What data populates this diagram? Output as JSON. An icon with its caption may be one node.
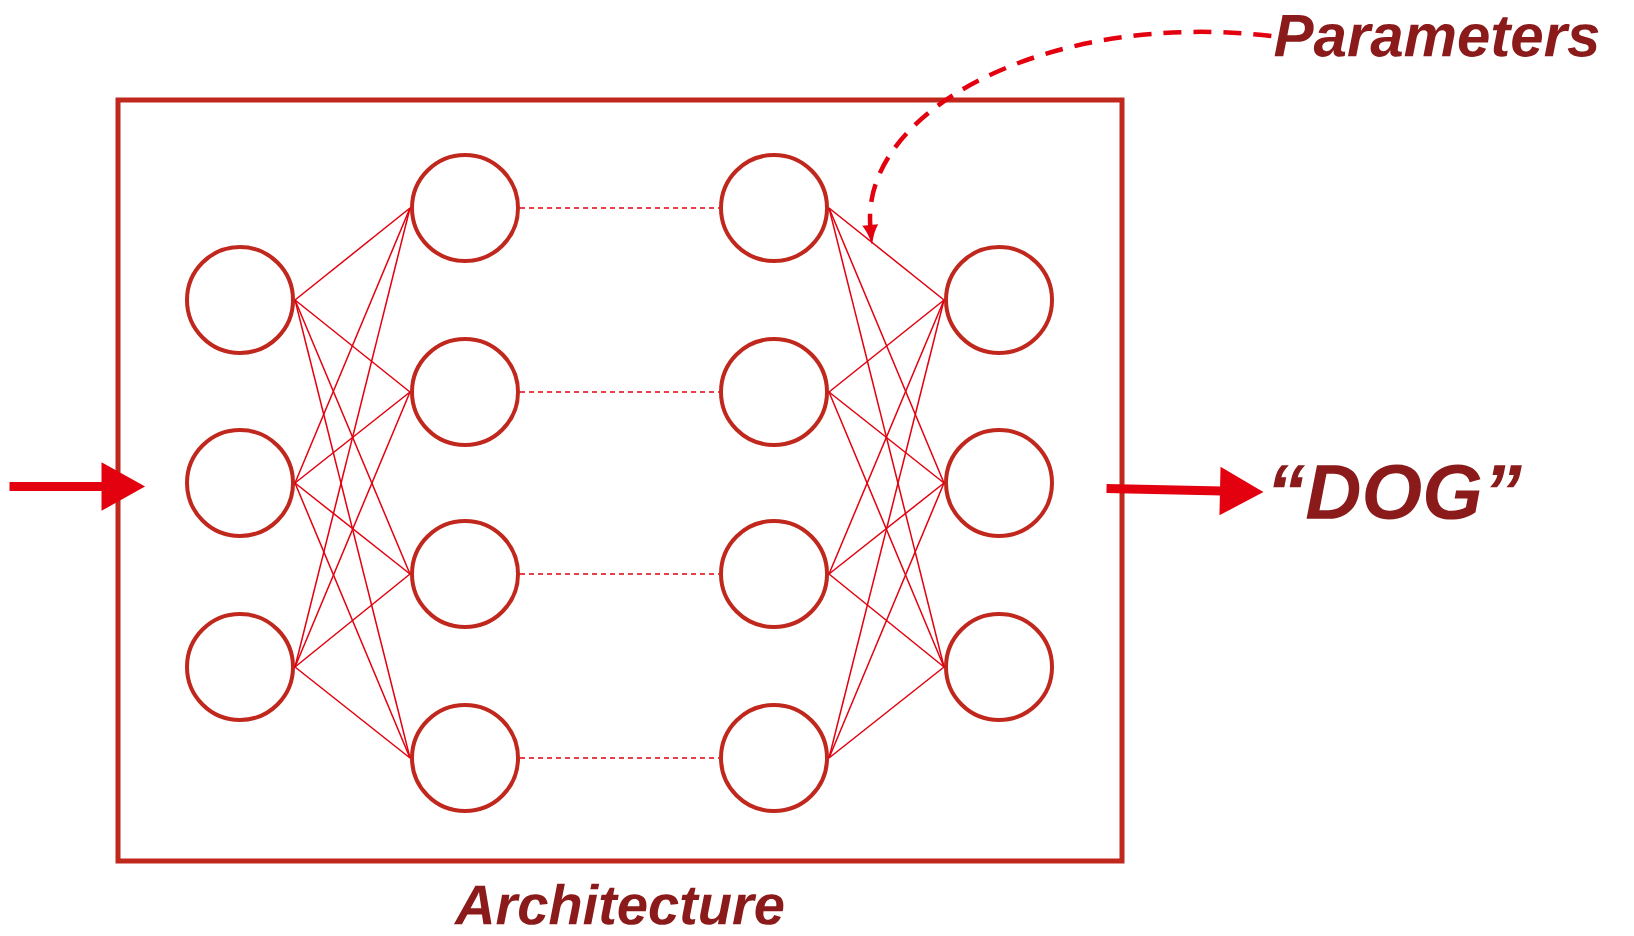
{
  "diagram": {
    "nodes": [
      {
        "text": [],
        "shape": "box",
        "beside": [
          "Architecture"
        ]
      },
      {
        "text": [],
        "shape": "circle",
        "in": 0
      },
      {
        "text": [],
        "shape": "circle",
        "in": 0
      },
      {
        "text": [],
        "shape": "circle",
        "in": 0
      },
      {
        "text": [],
        "shape": "circle",
        "in": 0
      },
      {
        "text": [],
        "shape": "circle",
        "in": 0
      },
      {
        "text": [],
        "shape": "circle",
        "in": 0
      },
      {
        "text": [],
        "shape": "circle",
        "in": 0
      },
      {
        "text": [],
        "shape": "circle",
        "in": 0
      },
      {
        "text": [],
        "shape": "circle",
        "in": 0
      },
      {
        "text": [],
        "shape": "circle",
        "in": 0
      },
      {
        "text": [],
        "shape": "circle",
        "in": 0
      },
      {
        "text": [],
        "shape": "circle",
        "in": 0
      },
      {
        "text": [],
        "shape": "circle",
        "in": 0
      },
      {
        "text": [],
        "shape": "circle",
        "in": 0
      },
      {
        "text": [
          "“DOG”"
        ]
      },
      {
        "text": [
          "Parameters"
        ]
      }
    ],
    "edges": [
      {
        "from": 1,
        "to": 4,
        "arrow": "none"
      },
      {
        "from": 1,
        "to": 5,
        "arrow": "none"
      },
      {
        "from": 1,
        "to": 6,
        "arrow": "none"
      },
      {
        "from": 1,
        "to": 7,
        "arrow": "none"
      },
      {
        "from": 2,
        "to": 4,
        "arrow": "none"
      },
      {
        "from": 2,
        "to": 5,
        "arrow": "none"
      },
      {
        "from": 2,
        "to": 6,
        "arrow": "none"
      },
      {
        "from": 2,
        "to": 7,
        "arrow": "none"
      },
      {
        "from": 3,
        "to": 4,
        "arrow": "none"
      },
      {
        "from": 3,
        "to": 5,
        "arrow": "none"
      },
      {
        "from": 3,
        "to": 6,
        "arrow": "none"
      },
      {
        "from": 3,
        "to": 7,
        "arrow": "none"
      },
      {
        "from": 4,
        "to": 8,
        "arrow": "none",
        "style": "dashed"
      },
      {
        "from": 5,
        "to": 9,
        "arrow": "none",
        "style": "dashed"
      },
      {
        "from": 6,
        "to": 10,
        "arrow": "none",
        "style": "dashed"
      },
      {
        "from": 7,
        "to": 11,
        "arrow": "none",
        "style": "dashed"
      },
      {
        "from": 8,
        "to": 12,
        "arrow": "none"
      },
      {
        "from": 8,
        "to": 13,
        "arrow": "none"
      },
      {
        "from": 8,
        "to": 14,
        "arrow": "none"
      },
      {
        "from": 9,
        "to": 12,
        "arrow": "none"
      },
      {
        "from": 9,
        "to": 13,
        "arrow": "none"
      },
      {
        "from": 9,
        "to": 14,
        "arrow": "none"
      },
      {
        "from": 10,
        "to": 12,
        "arrow": "none"
      },
      {
        "from": 10,
        "to": 13,
        "arrow": "none"
      },
      {
        "from": 10,
        "to": 14,
        "arrow": "none"
      },
      {
        "from": 11,
        "to": 12,
        "arrow": "none"
      },
      {
        "from": 11,
        "to": 13,
        "arrow": "none"
      },
      {
        "from": 11,
        "to": 14,
        "arrow": "none"
      },
      {
        "from": null,
        "to": 0,
        "arrow": "to",
        "style": "thick"
      },
      {
        "from": 0,
        "to": 15,
        "arrow": "to",
        "style": "thick"
      },
      {
        "from": 16,
        "to": null,
        "arrow": "to",
        "style": "dashed"
      }
    ]
  }
}
